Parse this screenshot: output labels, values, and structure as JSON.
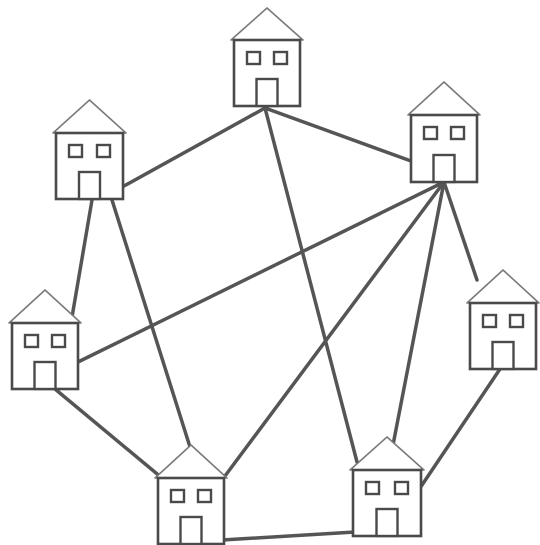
{
  "diagram": {
    "type": "house network graph",
    "line_color": "#555555",
    "house_outline_color": "#4a4a4a",
    "roof_outline_color": "#7a7a7a",
    "node_icon": "house-icon",
    "nodes": [
      {
        "id": "top"
      },
      {
        "id": "upper-left"
      },
      {
        "id": "upper-right"
      },
      {
        "id": "middle-left"
      },
      {
        "id": "middle-right"
      },
      {
        "id": "bottom-left"
      },
      {
        "id": "bottom-right"
      }
    ],
    "edges": [
      [
        "top",
        "upper-left"
      ],
      [
        "top",
        "upper-right"
      ],
      [
        "top",
        "bottom-right"
      ],
      [
        "upper-left",
        "middle-left"
      ],
      [
        "upper-left",
        "bottom-left"
      ],
      [
        "upper-right",
        "middle-left"
      ],
      [
        "upper-right",
        "bottom-left"
      ],
      [
        "upper-right",
        "bottom-right"
      ],
      [
        "upper-right",
        "middle-right"
      ],
      [
        "middle-left",
        "bottom-left"
      ],
      [
        "middle-right",
        "bottom-right"
      ],
      [
        "bottom-left",
        "bottom-right"
      ]
    ]
  }
}
